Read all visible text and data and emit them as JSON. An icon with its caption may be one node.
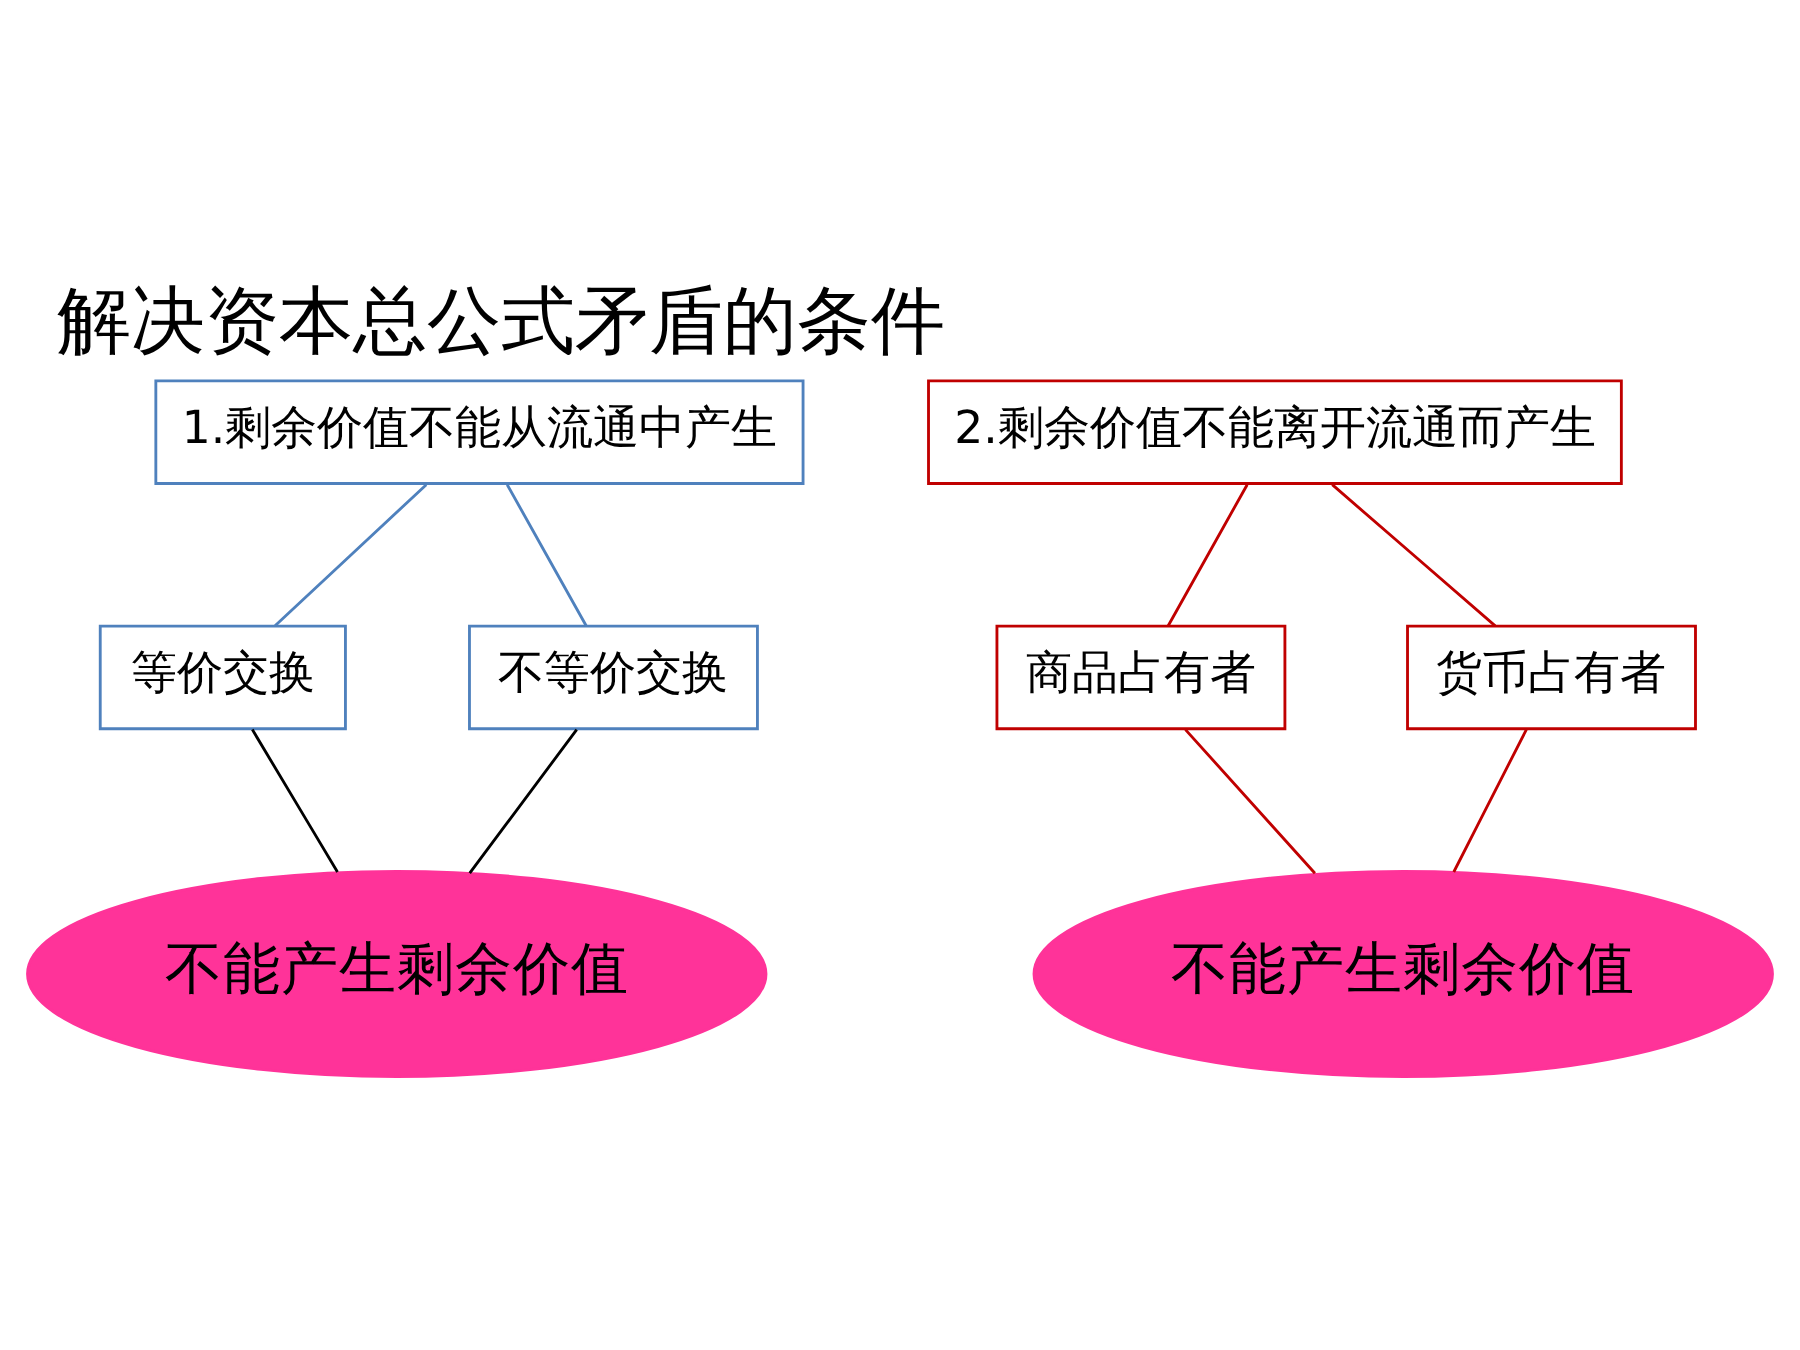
{
  "diagram": {
    "title": "解决资本总公式矛盾的条件",
    "nodes": [
      {
        "text": [
          "1.剩余价值不能从流通中产生"
        ]
      },
      {
        "text": [
          "2.剩余价值不能离开流通而产生"
        ]
      },
      {
        "text": [
          "等价交换"
        ]
      },
      {
        "text": [
          "不等价交换"
        ]
      },
      {
        "text": [
          "商品占有者"
        ]
      },
      {
        "text": [
          "货币占有者"
        ]
      },
      {
        "text": [
          "不能产生剩余价值"
        ]
      },
      {
        "text": [
          "不能产生剩余价值"
        ]
      }
    ],
    "edges": [
      {
        "from": 0,
        "to": 2,
        "arrow": "none",
        "color": "#4f81bd"
      },
      {
        "from": 0,
        "to": 3,
        "arrow": "none",
        "color": "#4f81bd"
      },
      {
        "from": 1,
        "to": 4,
        "arrow": "none"
      },
      {
        "from": 1,
        "to": 5,
        "arrow": "none"
      },
      {
        "from": 2,
        "to": 6,
        "arrow": "none",
        "color": "#000000"
      },
      {
        "from": 3,
        "to": 6,
        "arrow": "none",
        "color": "#000000"
      },
      {
        "from": 4,
        "to": 7,
        "arrow": "none"
      },
      {
        "from": 5,
        "to": 7,
        "arrow": "none"
      }
    ]
  }
}
